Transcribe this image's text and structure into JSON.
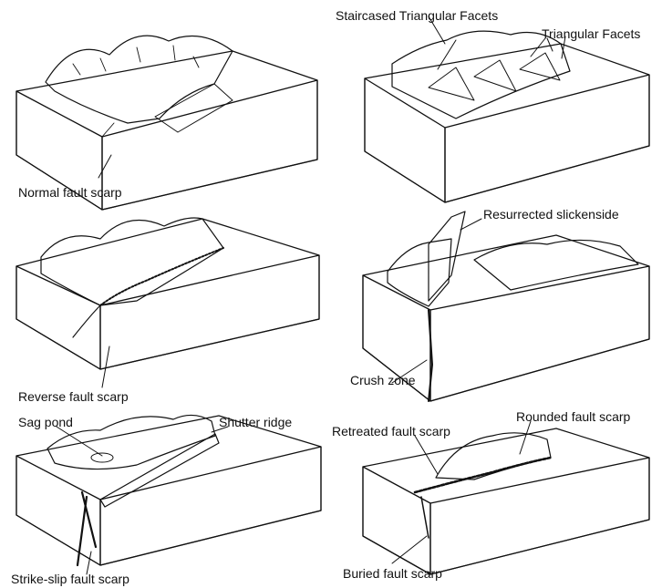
{
  "labels": {
    "normal_fault_scarp": "Normal fault scarp",
    "staircased_triangular_facets": "Staircased Triangular Facets",
    "triangular_facets": "Triangular Facets",
    "reverse_fault_scarp": "Reverse fault scarp",
    "resurrected_slickenside": "Resurrected slickenside",
    "crush_zone": "Crush zone",
    "sag_pond": "Sag pond",
    "shutter_ridge": "Shutter ridge",
    "strike_slip_fault_scarp": "Strike-slip fault scarp",
    "retreated_fault_scarp": "Retreated fault scarp",
    "rounded_fault_scarp": "Rounded fault scarp",
    "buried_fault_scarp": "Buried fault scarp"
  },
  "colors": {
    "ink": "#111111",
    "paper": "#ffffff"
  }
}
